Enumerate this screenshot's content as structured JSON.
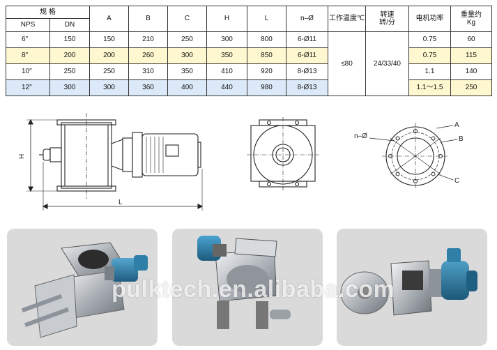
{
  "table": {
    "header": {
      "spec_group": "规 格",
      "nps": "NPS",
      "dn": "DN",
      "a": "A",
      "b": "B",
      "c": "C",
      "h": "H",
      "l": "L",
      "holes": "n–Ø",
      "temp": "工作温度℃",
      "speed_line1": "转速",
      "speed_line2": "转/分",
      "power": "电机功率",
      "weight_line1": "重量约",
      "weight_line2": "Kg"
    },
    "rows": [
      {
        "nps": "6″",
        "dn": "150",
        "a": "150",
        "b": "210",
        "c": "250",
        "h": "300",
        "l": "800",
        "holes": "6-Ø11",
        "power": "0.75",
        "weight": "60"
      },
      {
        "nps": "8″",
        "dn": "200",
        "a": "200",
        "b": "260",
        "c": "300",
        "h": "350",
        "l": "850",
        "holes": "6-Ø11",
        "power": "0.75",
        "weight": "115"
      },
      {
        "nps": "10″",
        "dn": "250",
        "a": "250",
        "b": "310",
        "c": "350",
        "h": "410",
        "l": "920",
        "holes": "8-Ø13",
        "power": "1.1",
        "weight": "140"
      },
      {
        "nps": "12″",
        "dn": "300",
        "a": "300",
        "b": "360",
        "c": "400",
        "h": "440",
        "l": "980",
        "holes": "8-Ø13",
        "power": "1.1～1.5",
        "weight": "250"
      }
    ],
    "temp_value": "≤80",
    "speed_value": "24/33/40"
  },
  "drawings": {
    "side_h": "H",
    "side_l": "L",
    "label_n": "n–Ø",
    "label_a": "A",
    "label_b": "B",
    "label_c": "C"
  },
  "watermark": "pulktech.en.alibaba.com",
  "colors": {
    "row_yellow": "#fff7cf",
    "row_blue": "#dce9f8",
    "motor_blue": "#2f7fa8",
    "steel": "#b9bdc2"
  }
}
